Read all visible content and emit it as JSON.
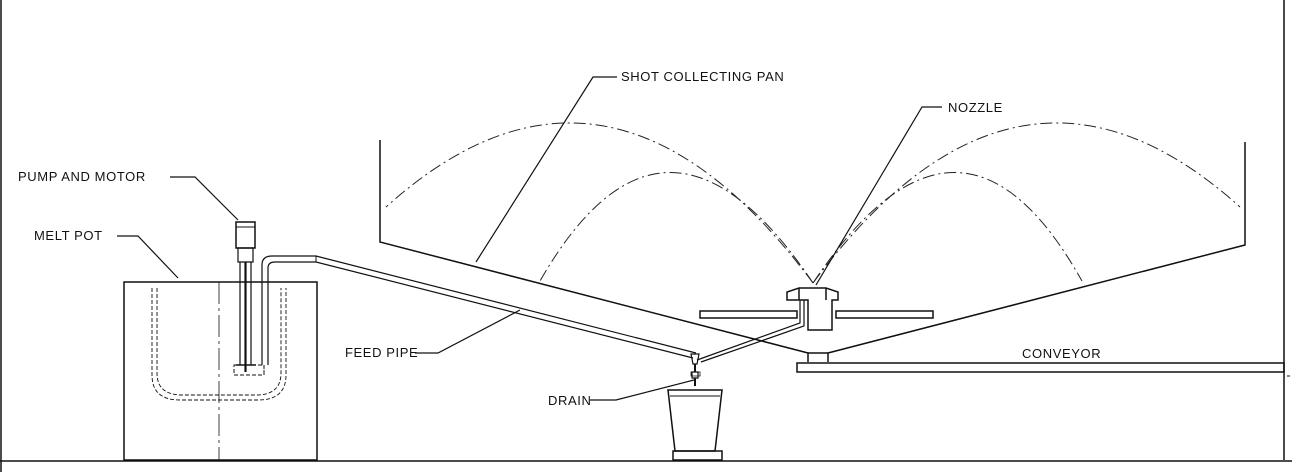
{
  "labels": {
    "pump_and_motor": "PUMP AND MOTOR",
    "melt_pot": "MELT POT",
    "feed_pipe": "FEED PIPE",
    "drain": "DRAIN",
    "shot_collecting_pan": "SHOT COLLECTING PAN",
    "nozzle": "NOZZLE",
    "conveyor": "CONVEYOR"
  }
}
